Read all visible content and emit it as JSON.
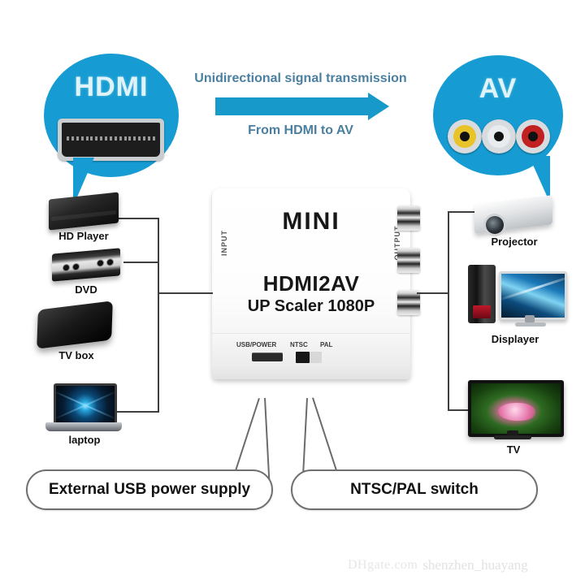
{
  "page": {
    "title": "HDMI2AV MINI converter connection diagram",
    "background": "#ffffff"
  },
  "colors": {
    "bubble_blue": "#169cd2",
    "arrow_blue": "#1799c9",
    "mid_text": "#4a7fa0",
    "line_dark": "#3e3e3e",
    "callout_border": "#6f6f6f",
    "rca_yellow": "#e8c32a",
    "rca_white": "#e9ecee",
    "rca_red": "#c12121",
    "watermark": "#e2e2e2"
  },
  "bubbles": {
    "left": {
      "label": "HDMI",
      "icon": "hdmi-port-icon"
    },
    "right": {
      "label": "AV",
      "icon": "rca-jacks-icon",
      "jacks": [
        {
          "name": "video",
          "color": "#e8c32a"
        },
        {
          "name": "audio-left",
          "color": "#e9ecee"
        },
        {
          "name": "audio-right",
          "color": "#c12121"
        }
      ]
    }
  },
  "middle": {
    "top_text": "Unidirectional signal transmission",
    "bottom_text": "From HDMI to AV",
    "arrow": "right-arrow-icon"
  },
  "device": {
    "brand": "MINI",
    "model": "HDMI2AV",
    "subtitle": "UP Scaler 1080P",
    "input_label": "INPUT",
    "output_label": "OUTPUT",
    "port_labels": {
      "usb": "USB/POWER",
      "ntsc": "NTSC",
      "pal": "PAL"
    }
  },
  "sources": {
    "bracket": "input-bracket",
    "items": [
      {
        "label": "HD Player",
        "icon": "hd-player-icon"
      },
      {
        "label": "DVD",
        "icon": "dvd-player-icon"
      },
      {
        "label": "TV box",
        "icon": "tv-box-icon"
      },
      {
        "label": "laptop",
        "icon": "laptop-icon"
      }
    ]
  },
  "outputs": {
    "bracket": "output-bracket",
    "items": [
      {
        "label": "Projector",
        "icon": "projector-icon"
      },
      {
        "label": "Displayer",
        "icon": "desktop-monitor-icon"
      },
      {
        "label": "TV",
        "icon": "flat-tv-icon"
      }
    ]
  },
  "callouts": [
    {
      "label": "External USB power supply",
      "target": "usb-port"
    },
    {
      "label": "NTSC/PAL switch",
      "target": "ntsc-pal-switch"
    }
  ],
  "watermark": {
    "logo": "DHgate.com",
    "seller": "shenzhen_huayang"
  }
}
